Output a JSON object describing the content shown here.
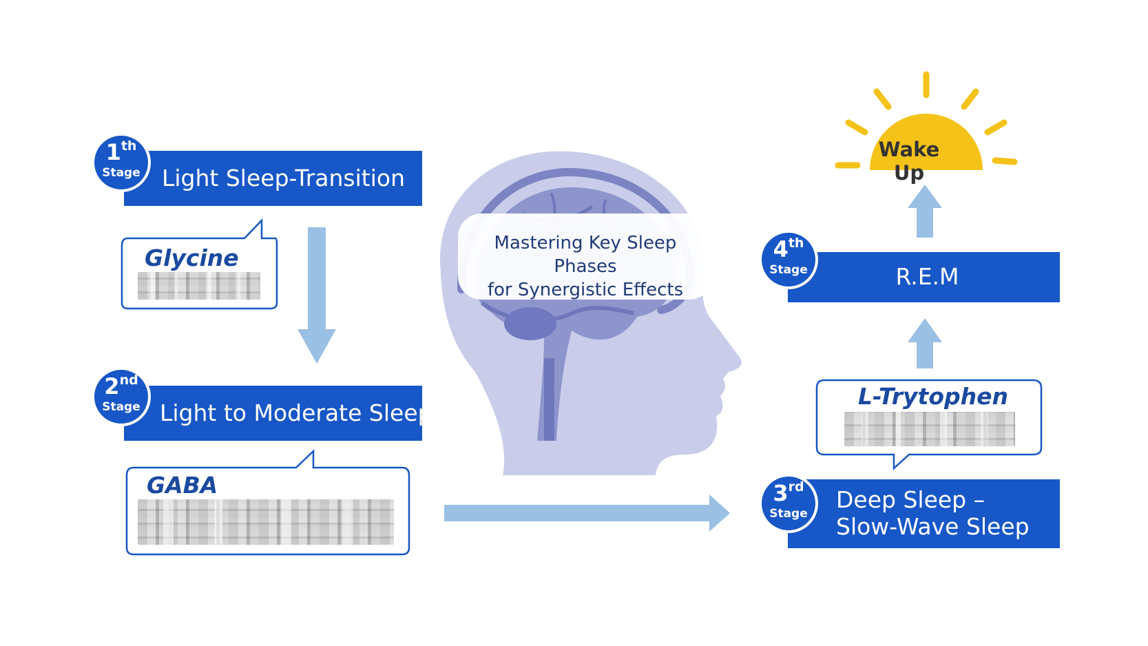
{
  "title": "Mastering Key Sleep Phases\nfor Synergistic Effects",
  "title_line1": "Mastering Key Sleep Phases",
  "title_line2": "for Synergistic Effects",
  "stages": [
    {
      "num": "1",
      "suffix": "th",
      "label": "Stage",
      "title": "Light Sleep-Transition",
      "supplement": "Glycine"
    },
    {
      "num": "2",
      "suffix": "nd",
      "label": "Stage",
      "title": "Light to Moderate Sleep",
      "supplement": "GABA"
    },
    {
      "num": "3",
      "suffix": "rd",
      "label": "Stage",
      "title_line1": "Deep Sleep –",
      "title_line2": "Slow-Wave Sleep",
      "supplement": "L-Trytophen"
    },
    {
      "num": "4",
      "suffix": "th",
      "label": "Stage",
      "title": "R.E.M"
    }
  ],
  "wake_up": "Wake Up",
  "colors": {
    "stage_blue": "#1757c7",
    "arrow_blue": "#9ac0e4",
    "head_fill": "#c9cdea",
    "brain_fill": "#7c84c3",
    "sun_yellow": "#f5c21a",
    "tip_border": "#1757c7",
    "title_text": "#1f3a78"
  }
}
